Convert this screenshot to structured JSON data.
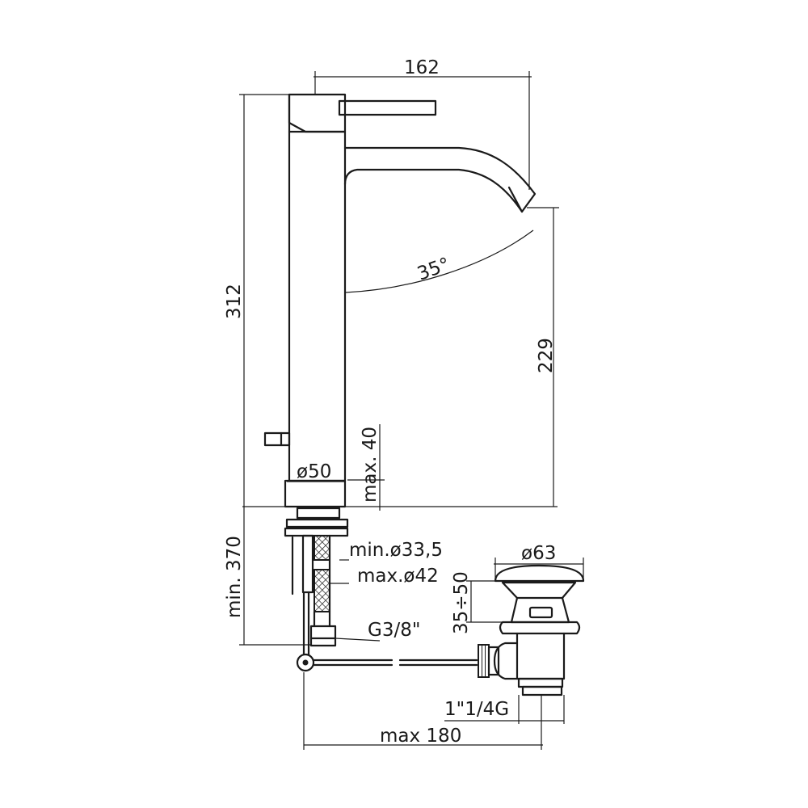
{
  "dimensions": {
    "overall_reach": "162",
    "total_height": "312",
    "spout_height": "229",
    "spout_angle": "35°",
    "body_diameter": "ø50",
    "max_deck_thickness": "max. 40",
    "min_installation_height": "min. 370",
    "min_hole_diameter": "min.ø33,5",
    "max_hole_diameter": "max.ø42",
    "hose_connection": "G3/8\"",
    "waste_diameter": "ø63",
    "waste_height": "35÷50",
    "waste_thread": "1\"1/4G",
    "max_rod_length": "max 180"
  }
}
